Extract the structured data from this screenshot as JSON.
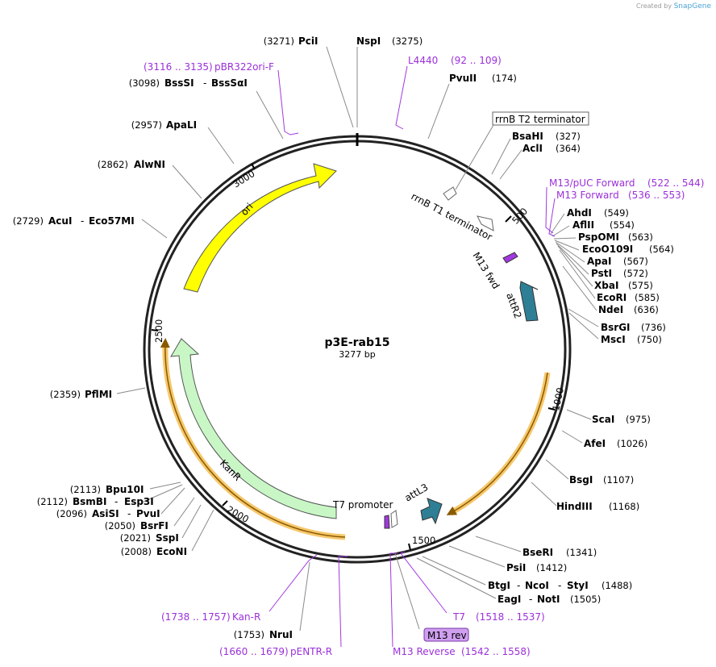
{
  "credit": {
    "prefix": "Created by",
    "brand": "SnapGene"
  },
  "plasmid": {
    "name": "p3E-rab15",
    "size_label": "3277 bp"
  },
  "ticks": [
    "500",
    "1000",
    "1500",
    "2000",
    "2500",
    "3000"
  ],
  "enzymes": {
    "pcii": {
      "name": "PciI",
      "pos": "(3271)"
    },
    "nspi": {
      "name": "NspI",
      "pos": "(3275)"
    },
    "pvuii": {
      "name": "PvuII",
      "pos": "(174)"
    },
    "bssi": {
      "name": "BssSI",
      "sep": "-",
      "name2": "BssSαI",
      "pos": "(3098)"
    },
    "apali": {
      "name": "ApaLI",
      "pos": "(2957)"
    },
    "alwni": {
      "name": "AlwNI",
      "pos": "(2862)"
    },
    "acui": {
      "name": "AcuI",
      "sep": "-",
      "name2": "Eco57MI",
      "pos": "(2729)"
    },
    "bsahi": {
      "name": "BsaHI",
      "pos": "(327)"
    },
    "acli": {
      "name": "AclI",
      "pos": "(364)"
    },
    "ahdi": {
      "name": "AhdI",
      "pos": "(549)"
    },
    "aflii": {
      "name": "AflII",
      "pos": "(554)"
    },
    "pspomi": {
      "name": "PspOMI",
      "pos": "(563)"
    },
    "eco0109i": {
      "name": "EcoO109I",
      "pos": "(564)"
    },
    "apai": {
      "name": "ApaI",
      "pos": "(567)"
    },
    "psti": {
      "name": "PstI",
      "pos": "(572)"
    },
    "xbai": {
      "name": "XbaI",
      "pos": "(575)"
    },
    "ecori": {
      "name": "EcoRI",
      "pos": "(585)"
    },
    "ndei": {
      "name": "NdeI",
      "pos": "(636)"
    },
    "bsrgi": {
      "name": "BsrGI",
      "pos": "(736)"
    },
    "msci": {
      "name": "MscI",
      "pos": "(750)"
    },
    "pflmi": {
      "name": "PflMI",
      "pos": "(2359)"
    },
    "scai": {
      "name": "ScaI",
      "pos": "(975)"
    },
    "afei": {
      "name": "AfeI",
      "pos": "(1026)"
    },
    "bsgi": {
      "name": "BsgI",
      "pos": "(1107)"
    },
    "hindiii": {
      "name": "HindIII",
      "pos": "(1168)"
    },
    "bpu10i": {
      "name": "Bpu10I",
      "pos": "(2113)"
    },
    "bsmbi": {
      "name": "BsmBI",
      "sep": "-",
      "name2": "Esp3I",
      "pos": "(2112)"
    },
    "asisi": {
      "name": "AsiSI",
      "sep": "-",
      "name2": "PvuI",
      "pos": "(2096)"
    },
    "bsrfi": {
      "name": "BsrFI",
      "pos": "(2050)"
    },
    "sspi": {
      "name": "SspI",
      "pos": "(2021)"
    },
    "econi": {
      "name": "EcoNI",
      "pos": "(2008)"
    },
    "bseri": {
      "name": "BseRI",
      "pos": "(1341)"
    },
    "psii": {
      "name": "PsiI",
      "pos": "(1412)"
    },
    "btgi": {
      "name": "BtgI",
      "sep": "-",
      "name2": "NcoI",
      "sep2": "-",
      "name3": "StyI",
      "pos": "(1488)"
    },
    "eagi": {
      "name": "EagI",
      "sep": "-",
      "name2": "NotI",
      "pos": "(1505)"
    },
    "nrui": {
      "name": "NruI",
      "pos": "(1753)"
    }
  },
  "primers": {
    "pbr322": {
      "range": "(3116 .. 3135)",
      "name": "pBR322ori-F"
    },
    "l4440": {
      "name": "L4440",
      "range": "(92 .. 109)"
    },
    "m13puc": {
      "name": "M13/pUC Forward",
      "range": "(522 .. 544)"
    },
    "m13fwd": {
      "name": "M13 Forward",
      "range": "(536 .. 553)"
    },
    "kanr": {
      "range": "(1738 .. 1757)",
      "name": "Kan-R"
    },
    "pentr": {
      "range": "(1660 .. 1679)",
      "name": "pENTR-R"
    },
    "m13rev": {
      "name": "M13 Reverse",
      "range": "(1542 .. 1558)"
    },
    "t7": {
      "name": "T7",
      "range": "(1518 .. 1537)"
    },
    "m13rev_box": {
      "name": "M13 rev"
    }
  },
  "features": {
    "ori": "ori",
    "kanr": "KanR",
    "attr2": "attR2",
    "attl3": "attL3",
    "rrnb_t1": "rrnB T1 terminator",
    "rrnb_t2": "rrnB T2 terminator",
    "m13_fwd": "M13 fwd",
    "t7_promoter": "T7 promoter"
  },
  "colors": {
    "backbone": "#222222",
    "ori": "#ffff00",
    "kanr": "#c8f7c5",
    "attr": "#2e7f95",
    "orf_glow": "#f6c76b",
    "orf_line": "#8a5a00",
    "primer": "#9b30d9",
    "m13_box": "#cf9ff0"
  }
}
